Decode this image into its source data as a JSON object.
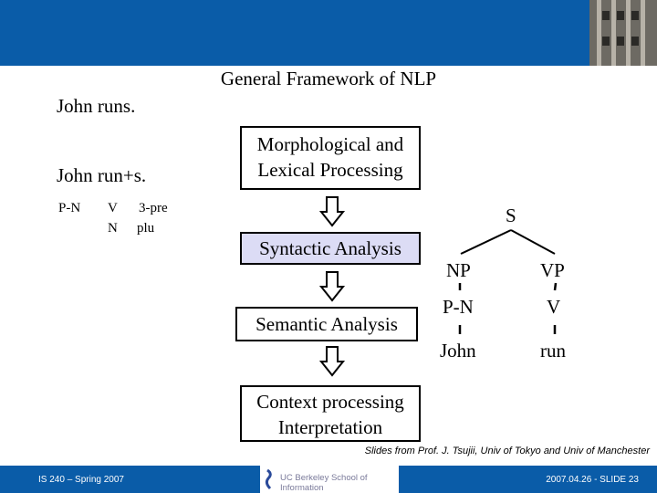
{
  "title": "General Framework of NLP",
  "examples": {
    "sentence": "John runs.",
    "morph": "John run+s.",
    "tags": {
      "pn": "P-N",
      "v": "V",
      "pre": "3-pre",
      "n": "N",
      "plu": "plu"
    }
  },
  "pipeline": [
    {
      "line1": "Morphological and",
      "line2": "Lexical Processing"
    },
    {
      "label": "Syntactic Analysis"
    },
    {
      "label": "Semantic Analysis"
    },
    {
      "line1": "Context processing",
      "line2": "Interpretation"
    }
  ],
  "tree": {
    "root": "S",
    "np": "NP",
    "vp": "VP",
    "pn": "P-N",
    "v": "V",
    "john": "John",
    "run": "run"
  },
  "credit": "Slides from Prof. J. Tsujii, Univ of Tokyo and Univ of Manchester",
  "footer": {
    "left": "IS 240 – Spring 2007",
    "logo_text": "UC Berkeley School of Information",
    "right": "2007.04.26 - SLIDE 23"
  },
  "colors": {
    "bar": "#0a5ca8",
    "highlight": "#dcdcf5"
  }
}
